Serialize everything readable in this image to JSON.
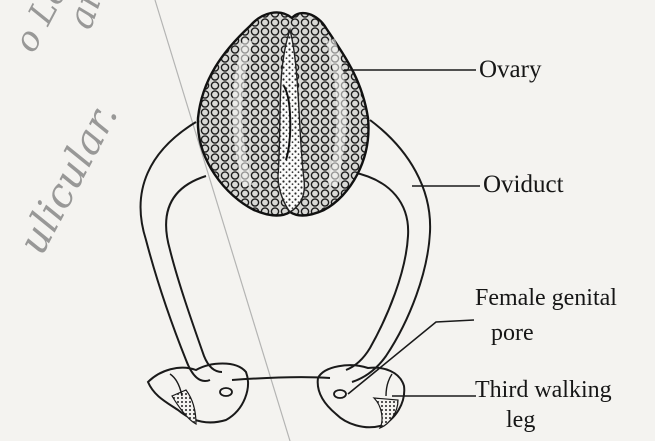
{
  "labels": {
    "ovary": "Ovary",
    "oviduct": "Oviduct",
    "genital_pore_line1": "Female genital",
    "genital_pore_line2": "pore",
    "walking_leg_line1": "Third walking",
    "walking_leg_line2": "leg"
  },
  "margin_handwriting": {
    "line1": "o Logus",
    "line2": "aicus",
    "line3": "ulicular."
  },
  "colors": {
    "ink": "#1a1a1a",
    "paper": "#f4f3f0",
    "pencil": "#7a7a7a"
  }
}
